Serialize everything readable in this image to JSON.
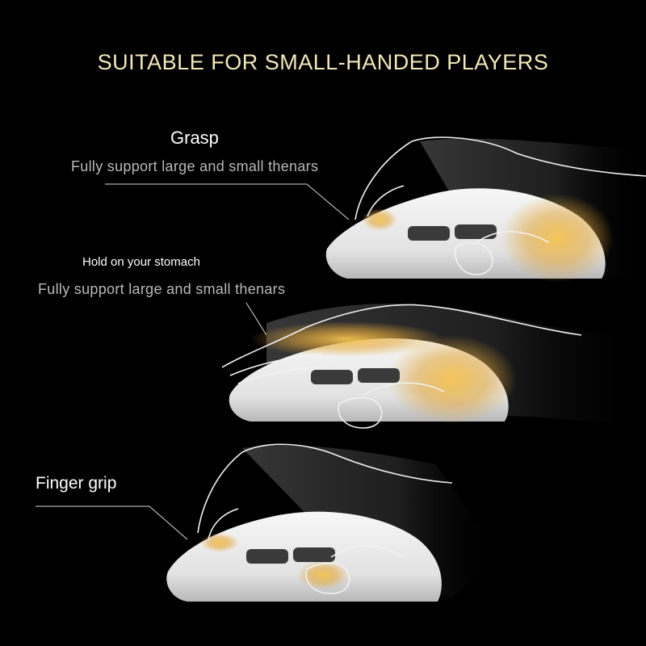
{
  "headline": "SUITABLE FOR SMALL-HANDED PLAYERS",
  "grips": [
    {
      "title": "Grasp",
      "description": "Fully support large and small thenars"
    },
    {
      "title": "Hold on your stomach",
      "description": "Fully support large and small thenars"
    },
    {
      "title": "Finger grip"
    }
  ],
  "colors": {
    "background": "#000000",
    "headline": "#f3e9b8",
    "glow": "#f5c451",
    "mouse": "#ededed"
  }
}
